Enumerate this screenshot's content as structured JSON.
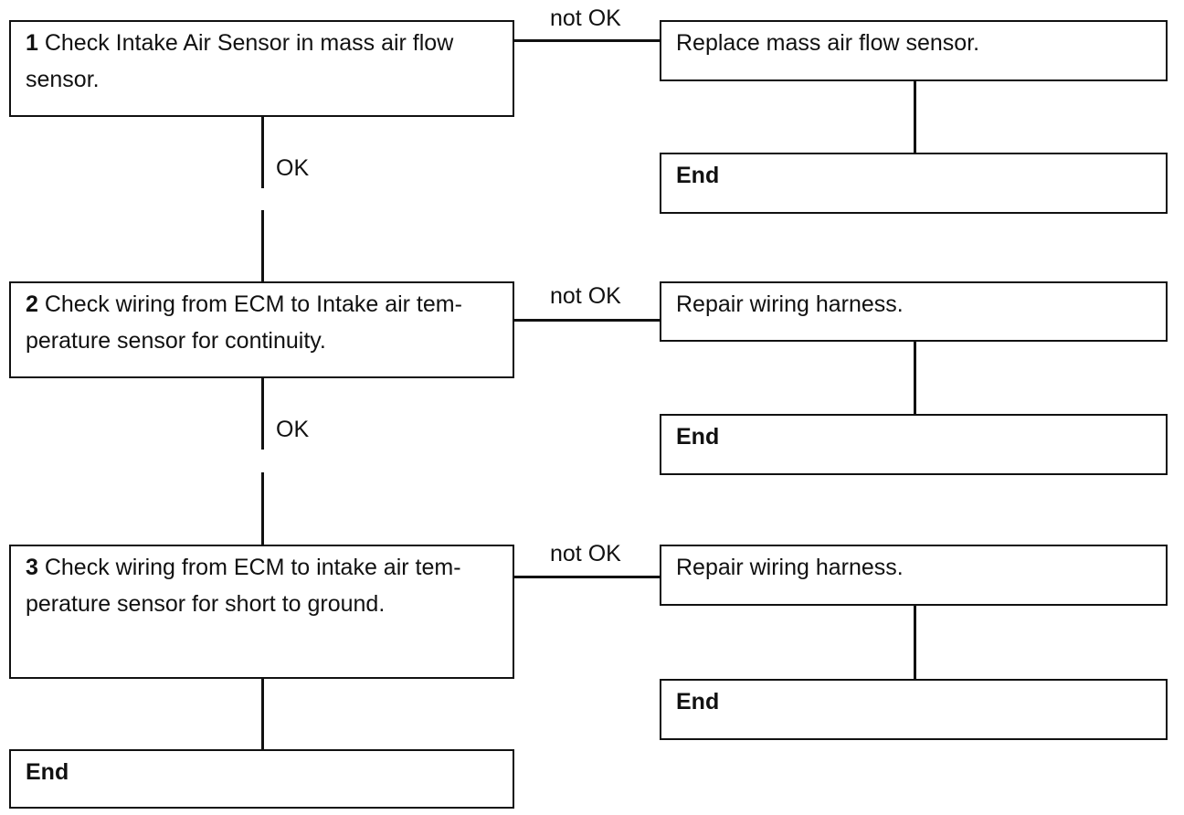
{
  "steps": [
    {
      "num": "1",
      "text": " Check Intake Air Sensor in mass air flow sensor.",
      "fail_label": "not OK",
      "fail_action": "Replace mass air flow sensor.",
      "fail_end": "End",
      "pass_label": "OK"
    },
    {
      "num": "2",
      "text": " Check wiring from ECM to Intake air tem-perature sensor for continuity.",
      "fail_label": "not OK",
      "fail_action": "Repair wiring harness.",
      "fail_end": "End",
      "pass_label": "OK"
    },
    {
      "num": "3",
      "text": " Check wiring from ECM to intake air tem-perature sensor for short to ground.",
      "fail_label": "not OK",
      "fail_action": "Repair wiring harness.",
      "fail_end": "End"
    }
  ],
  "final_end": "End"
}
